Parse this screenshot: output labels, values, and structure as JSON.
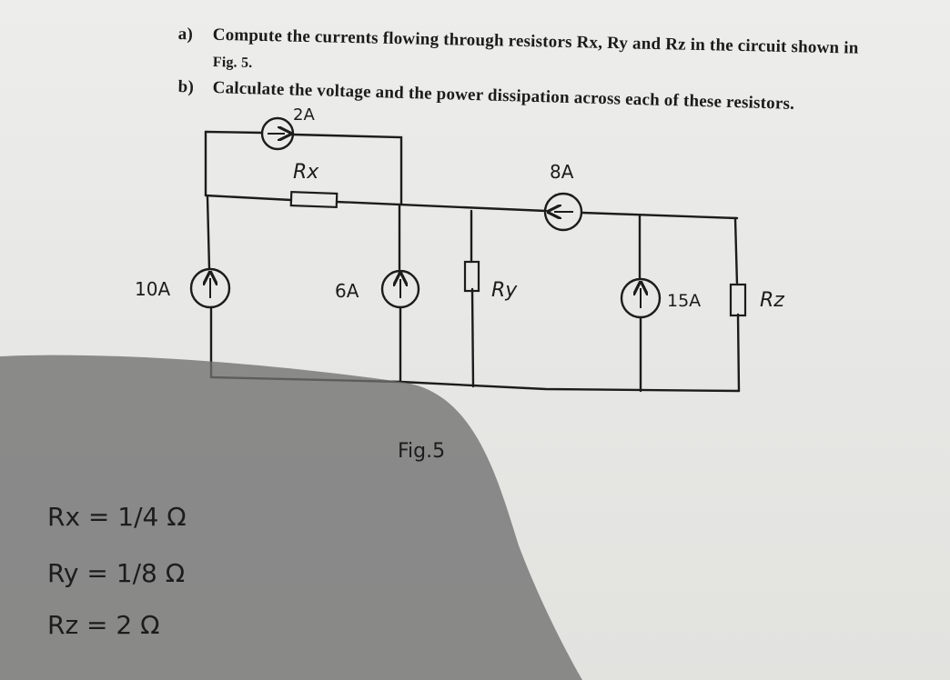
{
  "questions": {
    "a_label": "a)",
    "a_text": "Compute the currents flowing through resistors Rx, Ry and Rz in the circuit shown in",
    "a_cont": "Fig. 5.",
    "b_label": "b)",
    "b_text": "Calculate the voltage and the power dissipation across each of these resistors."
  },
  "circuit": {
    "source_top": "2A",
    "res_x": "Rx",
    "source_8": "8A",
    "source_10": "10A",
    "source_6": "6A",
    "res_y": "Ry",
    "source_15": "15A",
    "res_z": "Rz"
  },
  "figure_caption": "Fig.5",
  "values": {
    "rx": "Rx = 1/4 Ω",
    "ry": "Ry = 1/8 Ω",
    "rz": "Rz = 2 Ω"
  },
  "colors": {
    "ink": "#1c1c1c",
    "paper": "#ebebe9",
    "shadow": "#6f6f6f"
  }
}
